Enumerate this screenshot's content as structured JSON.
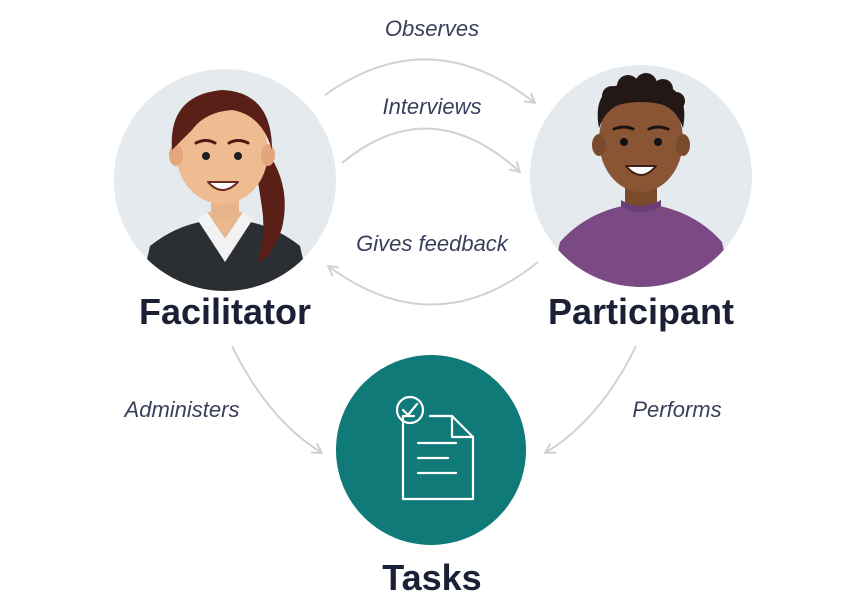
{
  "nodes": {
    "facilitator": {
      "label": "Facilitator"
    },
    "participant": {
      "label": "Participant"
    },
    "tasks": {
      "label": "Tasks"
    }
  },
  "edges": {
    "observes": "Observes",
    "interviews": "Interviews",
    "gives_feedback": "Gives feedback",
    "administers": "Administers",
    "performs": "Performs"
  },
  "colors": {
    "text_dark": "#1c2036",
    "edge_text": "#3a3f5c",
    "arrow": "#cfd1d6",
    "avatar_bg": "#e5eaee",
    "tasks_bg": "#0f7a78",
    "icon_stroke": "#ffffff"
  },
  "icons": {
    "tasks": "document-with-checkmark-icon"
  }
}
